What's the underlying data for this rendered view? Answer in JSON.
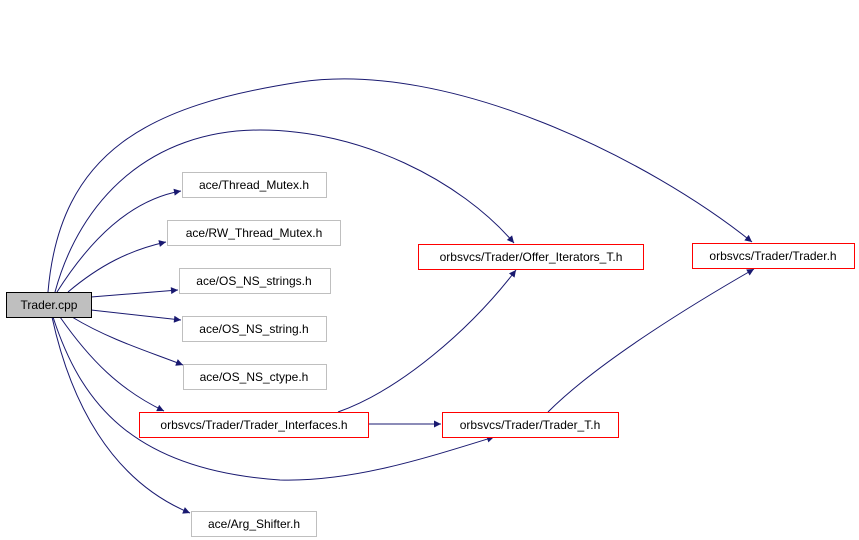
{
  "graph": {
    "edge_color": "#191970",
    "nodes": {
      "root": "Trader.cpp",
      "thread_mutex": "ace/Thread_Mutex.h",
      "rw_thread_mutex": "ace/RW_Thread_Mutex.h",
      "os_ns_strings": "ace/OS_NS_strings.h",
      "os_ns_string": "ace/OS_NS_string.h",
      "os_ns_ctype": "ace/OS_NS_ctype.h",
      "trader_interfaces": "orbsvcs/Trader/Trader_Interfaces.h",
      "arg_shifter": "ace/Arg_Shifter.h",
      "offer_iterators": "orbsvcs/Trader/Offer_Iterators_T.h",
      "trader_h": "orbsvcs/Trader/Trader.h",
      "trader_t": "orbsvcs/Trader/Trader_T.h"
    },
    "edges": [
      [
        "root",
        "trader_h"
      ],
      [
        "root",
        "offer_iterators"
      ],
      [
        "root",
        "thread_mutex"
      ],
      [
        "root",
        "rw_thread_mutex"
      ],
      [
        "root",
        "os_ns_strings"
      ],
      [
        "root",
        "os_ns_string"
      ],
      [
        "root",
        "os_ns_ctype"
      ],
      [
        "root",
        "trader_interfaces"
      ],
      [
        "root",
        "trader_t"
      ],
      [
        "root",
        "arg_shifter"
      ],
      [
        "trader_interfaces",
        "trader_t"
      ],
      [
        "trader_interfaces",
        "offer_iterators"
      ],
      [
        "trader_t",
        "trader_h"
      ]
    ]
  }
}
